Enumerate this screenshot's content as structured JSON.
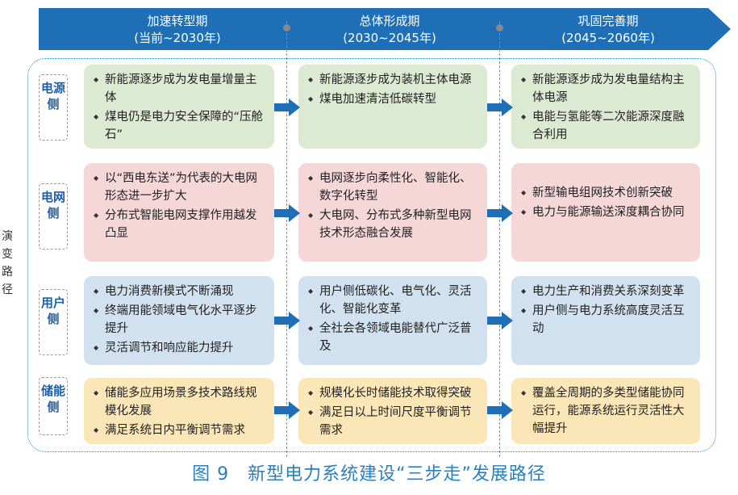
{
  "timeline": {
    "phases": [
      {
        "name": "加速转型期",
        "years": "(当前~2030年)"
      },
      {
        "name": "总体形成期",
        "years": "(2030~2045年)"
      },
      {
        "name": "巩固完善期",
        "years": "(2045~2060年)"
      }
    ]
  },
  "side_title": "演变路径",
  "rows": [
    {
      "label": "电源侧",
      "cells": [
        [
          "新能源逐步成为发电量增量主体",
          "煤电仍是电力安全保障的“压舱石”"
        ],
        [
          "新能源逐步成为装机主体电源",
          "煤电加速清洁低碳转型"
        ],
        [
          "新能源逐步成为发电量结构主体电源",
          "电能与氢能等二次能源深度融合利用"
        ]
      ]
    },
    {
      "label": "电网侧",
      "cells": [
        [
          "以“西电东送”为代表的大电网形态进一步扩大",
          "分布式智能电网支撑作用越发凸显"
        ],
        [
          "电网逐步向柔性化、智能化、数字化转型",
          "大电网、分布式多种新型电网技术形态融合发展"
        ],
        [
          "新型输电组网技术创新突破",
          "电力与能源输送深度耦合协同"
        ]
      ]
    },
    {
      "label": "用户侧",
      "cells": [
        [
          "电力消费新模式不断涌现",
          "终端用能领域电气化水平逐步提升",
          "灵活调节和响应能力提升"
        ],
        [
          "用户侧低碳化、电气化、灵活化、智能化变革",
          "全社会各领域电能替代广泛普及"
        ],
        [
          "电力生产和消费关系深刻变革",
          "用户侧与电力系统高度灵活互动"
        ]
      ]
    },
    {
      "label": "储能侧",
      "cells": [
        [
          "储能多应用场景多技术路线规模化发展",
          "满足系统日内平衡调节需求"
        ],
        [
          "规模化长时储能技术取得突破",
          "满足日以上时间尺度平衡调节需求"
        ],
        [
          "覆盖全周期的多类型储能协同运行，能源系统运行灵活性大幅提升"
        ]
      ]
    }
  ],
  "caption": "图 9　新型电力系统建设“三步走”发展路径",
  "colors": {
    "arrow_fill": "#1f6fb6",
    "label_text": "#1f5fa8",
    "caption_text": "#2a7fc0",
    "row_colors": [
      "#dcead4",
      "#f6d7d7",
      "#d2e1ef",
      "#fbe6b7"
    ]
  }
}
